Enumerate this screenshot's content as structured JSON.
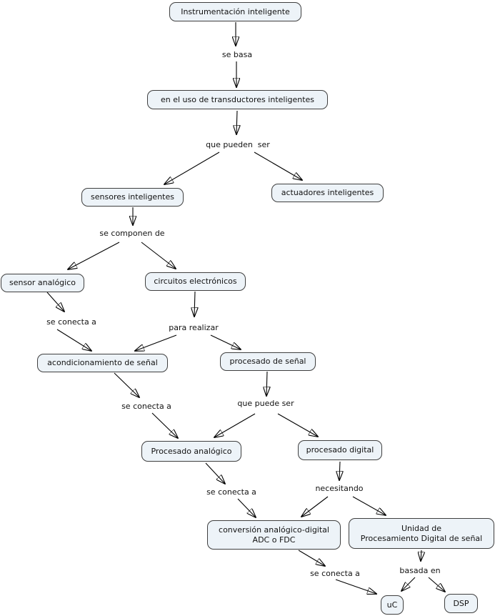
{
  "diagram": {
    "title": "Instrumentación inteligente concept map",
    "colors": {
      "background": "#ffffff",
      "node_fill": "#edf3f8",
      "node_border": "#3f3f3f",
      "arrow": "#000000"
    },
    "nodes": {
      "instrumentacion_inteligente": {
        "label": "Instrumentación inteligente"
      },
      "transductores": {
        "label": "en el uso de transductores inteligentes"
      },
      "sensores_inteligentes": {
        "label": "sensores inteligentes"
      },
      "actuadores_inteligentes": {
        "label": "actuadores inteligentes"
      },
      "sensor_analogico": {
        "label": "sensor analógico"
      },
      "circuitos_electronicos": {
        "label": "circuitos electrónicos"
      },
      "acondicionamiento_senal": {
        "label": "acondicionamiento de señal"
      },
      "procesado_senal": {
        "label": "procesado de señal"
      },
      "procesado_analogico": {
        "label": "Procesado analógico"
      },
      "procesado_digital": {
        "label": "procesado digital"
      },
      "conversion_ad": {
        "label": "conversión analógico-digital\nADC o FDC"
      },
      "unidad_pds": {
        "label": "Unidad de\nProcesamiento Digital de señal"
      },
      "uc": {
        "label": "uC"
      },
      "dsp": {
        "label": "DSP"
      }
    },
    "links": {
      "se_basa": {
        "label": "se basa"
      },
      "que_pueden_ser": {
        "label": "que pueden  ser"
      },
      "se_componen_de": {
        "label": "se componen de"
      },
      "se_conecta_a_1": {
        "label": "se conecta a"
      },
      "para_realizar": {
        "label": "para realizar"
      },
      "se_conecta_a_2": {
        "label": "se conecta a"
      },
      "que_puede_ser": {
        "label": "que puede ser"
      },
      "se_conecta_a_3": {
        "label": "se conecta a"
      },
      "necesitando": {
        "label": "necesitando"
      },
      "se_conecta_a_4": {
        "label": "se conecta a"
      },
      "basada_en": {
        "label": "basada en"
      }
    }
  }
}
